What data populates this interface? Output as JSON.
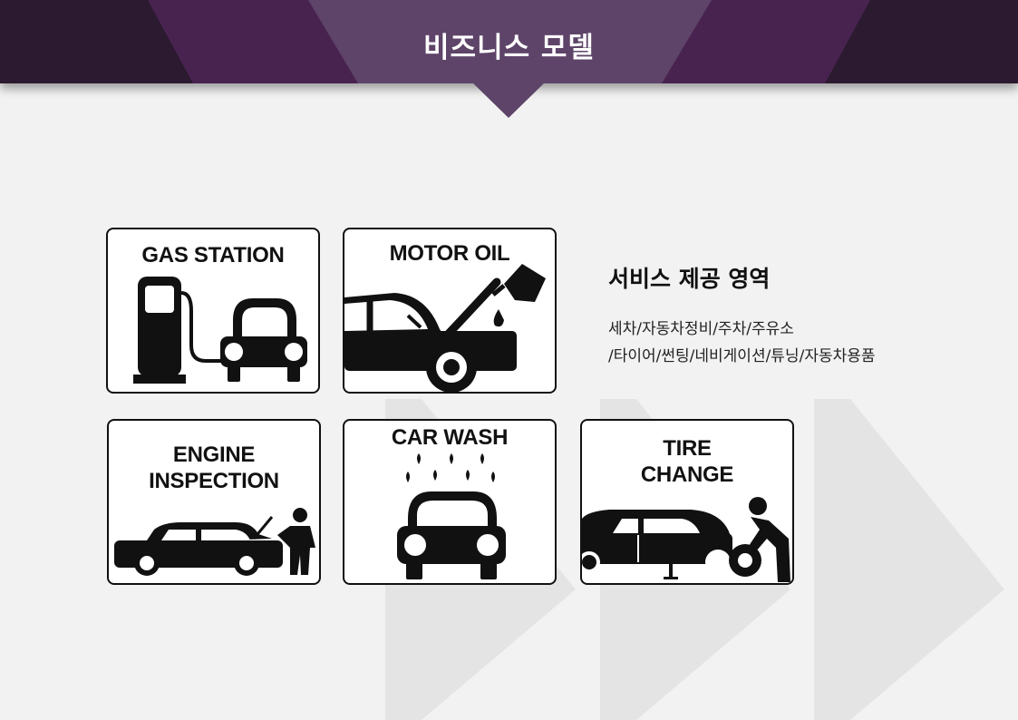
{
  "header": {
    "title": "비즈니스 모델"
  },
  "services": [
    {
      "label_lines": [
        "GAS STATION"
      ],
      "icon": "gas-pump-car-icon"
    },
    {
      "label_lines": [
        "MOTOR OIL"
      ],
      "icon": "motor-oil-icon"
    },
    {
      "label_lines": [
        "ENGINE",
        "INSPECTION"
      ],
      "icon": "engine-inspection-icon"
    },
    {
      "label_lines": [
        "CAR WASH"
      ],
      "icon": "car-wash-icon"
    },
    {
      "label_lines": [
        "TIRE",
        "CHANGE"
      ],
      "icon": "tire-change-icon"
    }
  ],
  "info": {
    "title": "서비스 제공 영역",
    "lines": [
      "세차/자동차정비/주차/주유소",
      "/타이어/썬팅/네비게이션/튜닝/자동차용품"
    ]
  },
  "colors": {
    "header_dark": "#2c1a30",
    "header_mid": "#482350",
    "header_light": "#5e4468",
    "background": "#f2f2f2",
    "chevron": "#e3e3e3"
  }
}
